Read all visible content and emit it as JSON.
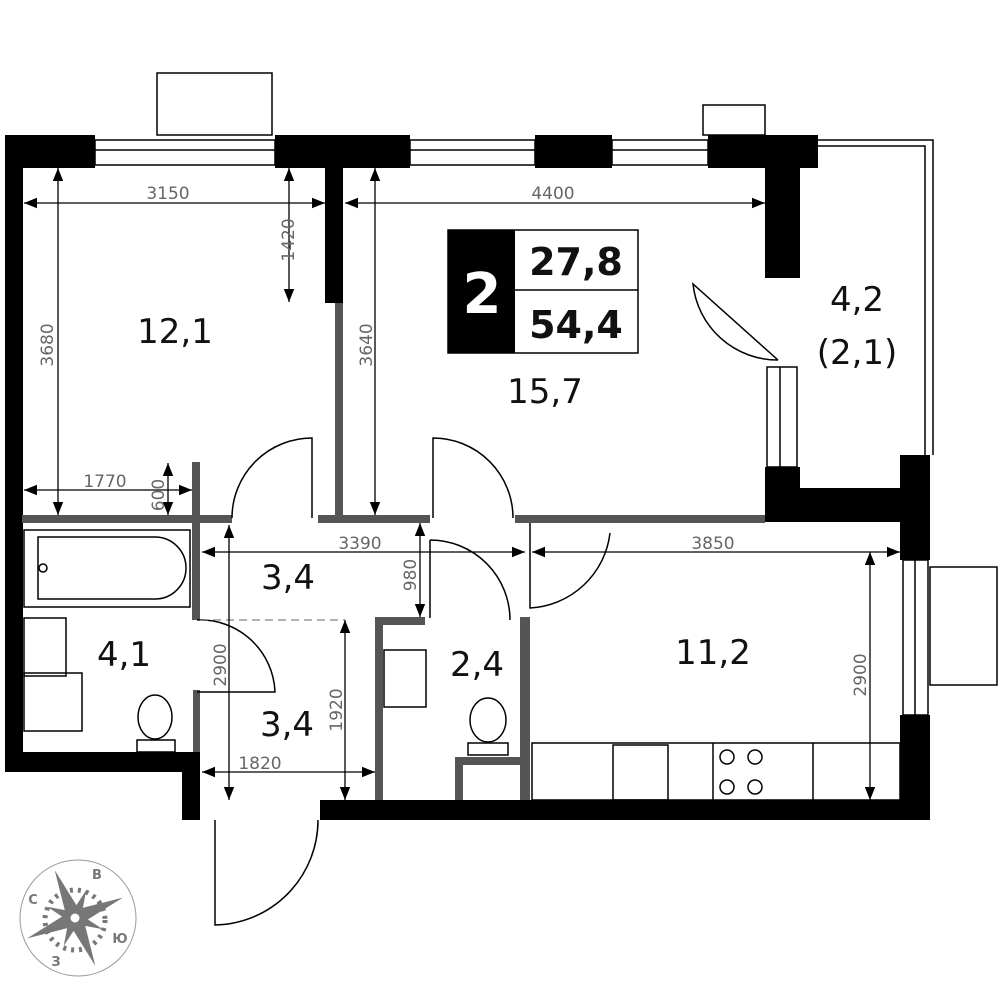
{
  "badge": {
    "rooms": "2",
    "living_area": "27,8",
    "total_area": "54,4"
  },
  "rooms": [
    {
      "name": "bedroom",
      "area": "12,1"
    },
    {
      "name": "living-room",
      "area": "15,7"
    },
    {
      "name": "balcony",
      "area": "4,2",
      "area_reduced": "(2,1)"
    },
    {
      "name": "hall",
      "area": "3,4"
    },
    {
      "name": "bathroom",
      "area": "4,1"
    },
    {
      "name": "corridor",
      "area": "3,4"
    },
    {
      "name": "toilet",
      "area": "2,4"
    },
    {
      "name": "kitchen",
      "area": "11,2"
    }
  ],
  "dimensions": [
    "3150",
    "1420",
    "3680",
    "4400",
    "3640",
    "1770",
    "600",
    "3390",
    "980",
    "3850",
    "2900",
    "1920",
    "1820",
    "2900"
  ],
  "compass": {
    "north": "С",
    "east": "В",
    "south": "Ю",
    "west": "З"
  }
}
